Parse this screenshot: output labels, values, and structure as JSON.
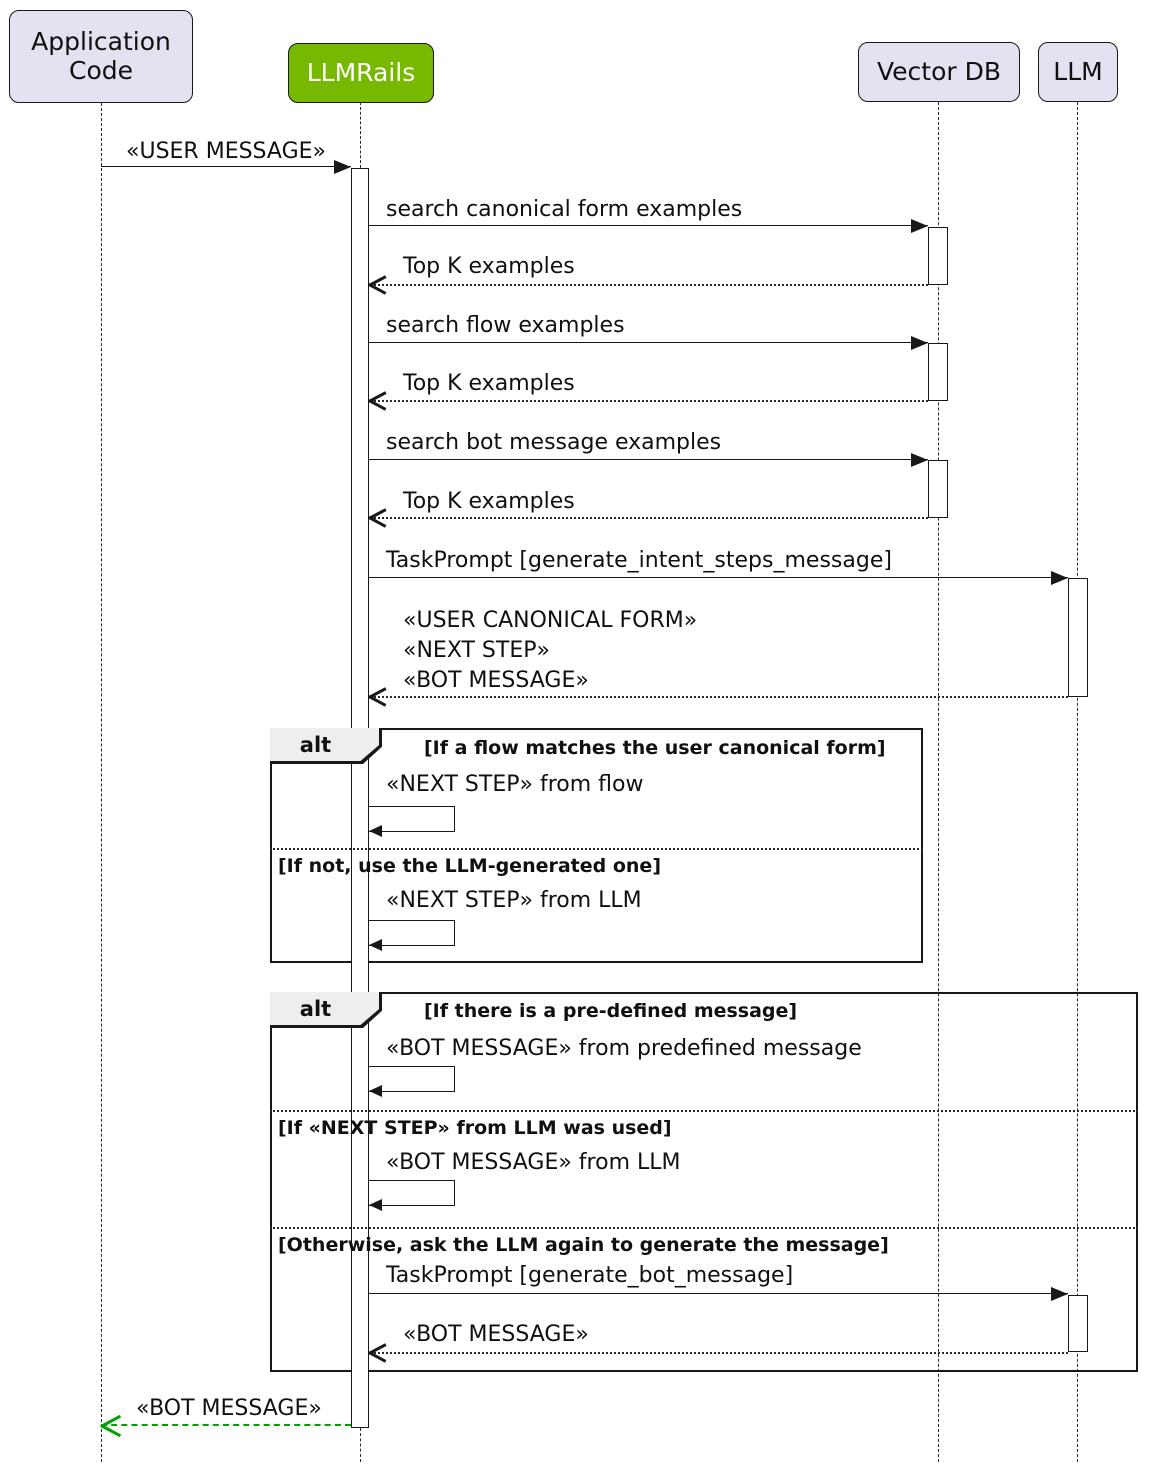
{
  "colors": {
    "participant_bg": "#E2E2F0",
    "rails_bg": "#76B900",
    "border": "#181818",
    "frame_label_bg": "#EEEEEE",
    "final_arrow_green": "#00A000"
  },
  "participants": {
    "app": "Application Code",
    "rails": "LLMRails",
    "vectordb": "Vector DB",
    "llm": "LLM"
  },
  "messages": {
    "user_message": "«USER MESSAGE»",
    "search_canonical": "search canonical form examples",
    "topk_1": "Top K examples",
    "search_flow": "search flow examples",
    "topk_2": "Top K examples",
    "search_bot": "search bot message examples",
    "topk_3": "Top K examples",
    "task_prompt_intent": "TaskPrompt [generate_intent_steps_message]",
    "intent_return_lines": [
      "«USER CANONICAL FORM»",
      "«NEXT STEP»",
      "«BOT MESSAGE»"
    ],
    "final_bot_message": "«BOT MESSAGE»"
  },
  "alt1": {
    "label": "alt",
    "cond1": "[If a flow matches the user canonical form]",
    "msg1": "«NEXT STEP» from flow",
    "cond2": "[If not, use the LLM-generated one]",
    "msg2": "«NEXT STEP» from LLM"
  },
  "alt2": {
    "label": "alt",
    "cond1": "[If there is a pre-defined message]",
    "msg1": "«BOT MESSAGE» from predefined message",
    "cond2": "[If «NEXT STEP» from LLM was used]",
    "msg2": "«BOT MESSAGE» from LLM",
    "cond3": "[Otherwise, ask the LLM again to generate the message]",
    "msg3": "TaskPrompt [generate_bot_message]",
    "msg4": "«BOT MESSAGE»"
  }
}
